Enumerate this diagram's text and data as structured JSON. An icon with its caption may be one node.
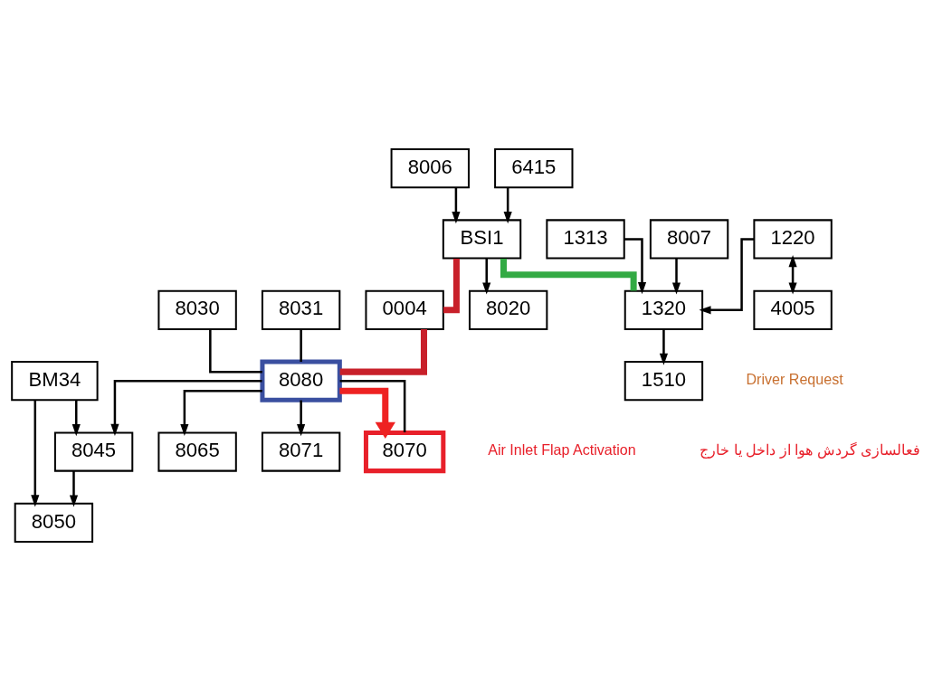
{
  "diagram": {
    "nodes": [
      {
        "text": [
          "BM34"
        ]
      },
      {
        "text": [
          "8020"
        ]
      },
      {
        "text": [
          "8006"
        ]
      },
      {
        "text": [
          "6415"
        ]
      },
      {
        "text": [
          "8030"
        ]
      },
      {
        "text": [
          "8031"
        ]
      },
      {
        "text": [
          "BSI1"
        ]
      },
      {
        "text": [
          "0004"
        ]
      },
      {
        "text": [
          "8080"
        ]
      },
      {
        "text": [
          "8045"
        ]
      },
      {
        "text": [
          "8050"
        ]
      },
      {
        "text": [
          "8065"
        ]
      },
      {
        "text": [
          "8071"
        ]
      },
      {
        "text": [
          "8070"
        ]
      },
      {
        "text": [
          "1320"
        ]
      },
      {
        "text": [
          "1510"
        ]
      },
      {
        "text": [
          "1220"
        ]
      },
      {
        "text": [
          "4005"
        ]
      },
      {
        "text": [
          "1313"
        ]
      },
      {
        "text": [
          "8007"
        ]
      }
    ],
    "edges": [
      {
        "from": 6,
        "to": 1,
        "arrow": "to"
      },
      {
        "from": 2,
        "to": 6,
        "arrow": "to"
      },
      {
        "from": 3,
        "to": 6,
        "arrow": "to"
      },
      {
        "from": 6,
        "to": 7,
        "arrow": "none",
        "style": "thick",
        "color": "#c8202a"
      },
      {
        "from": 7,
        "to": 8,
        "arrow": "none",
        "style": "thick",
        "color": "#c8202a"
      },
      {
        "from": 4,
        "to": 8,
        "arrow": "none"
      },
      {
        "from": 5,
        "to": 8,
        "arrow": "none"
      },
      {
        "from": 0,
        "to": 9,
        "arrow": "to"
      },
      {
        "from": 0,
        "to": 10,
        "arrow": "to"
      },
      {
        "from": 8,
        "to": 9,
        "arrow": "to"
      },
      {
        "from": 9,
        "to": 10,
        "arrow": "to"
      },
      {
        "from": 8,
        "to": 11,
        "arrow": "to"
      },
      {
        "from": 8,
        "to": 12,
        "arrow": "to"
      },
      {
        "from": 8,
        "to": 13,
        "arrow": "none"
      },
      {
        "from": 8,
        "to": 13,
        "arrow": "to",
        "style": "thick",
        "color": "#ee2222"
      },
      {
        "from": 6,
        "to": 14,
        "arrow": "none",
        "style": "thick",
        "color": "#33aa44"
      },
      {
        "from": 14,
        "to": 15,
        "arrow": "to"
      },
      {
        "from": 16,
        "to": 14,
        "arrow": "to"
      },
      {
        "from": 16,
        "to": 17,
        "arrow": "both"
      },
      {
        "from": 18,
        "to": 14,
        "arrow": "to"
      },
      {
        "from": 19,
        "to": 14,
        "arrow": "to"
      }
    ],
    "labels": [
      "Driver Request",
      "Air Inlet Flap Activation",
      "فعالسازی گردش هوا از داخل یا خارج"
    ]
  }
}
